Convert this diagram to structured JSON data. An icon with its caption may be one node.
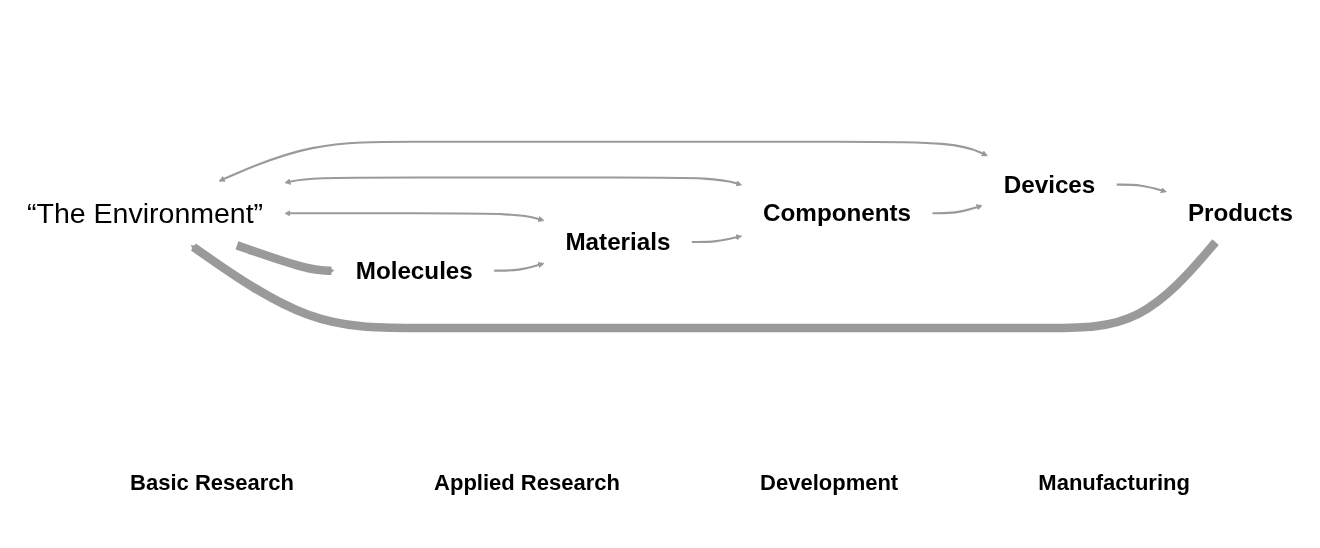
{
  "diagram": {
    "nodes": [
      {
        "text": [
          "“The Environment”"
        ]
      },
      {
        "text": [
          "Molecules"
        ]
      },
      {
        "text": [
          "Materials"
        ]
      },
      {
        "text": [
          "Components"
        ]
      },
      {
        "text": [
          "Devices"
        ]
      },
      {
        "text": [
          "Products"
        ]
      }
    ],
    "edges": [
      {
        "from": 0,
        "to": 1,
        "arrow": "to",
        "style": "thick"
      },
      {
        "from": 0,
        "to": 2,
        "arrow": "both"
      },
      {
        "from": 0,
        "to": 3,
        "arrow": "both"
      },
      {
        "from": 0,
        "to": 4,
        "arrow": "both"
      },
      {
        "from": 1,
        "to": 2,
        "arrow": "to"
      },
      {
        "from": 2,
        "to": 3,
        "arrow": "to"
      },
      {
        "from": 3,
        "to": 4,
        "arrow": "to"
      },
      {
        "from": 4,
        "to": 5,
        "arrow": "to"
      },
      {
        "from": 5,
        "to": 0,
        "arrow": "to",
        "style": "thick"
      }
    ],
    "labels": [
      "Basic Research",
      "Applied Research",
      "Development",
      "Manufacturing"
    ]
  }
}
